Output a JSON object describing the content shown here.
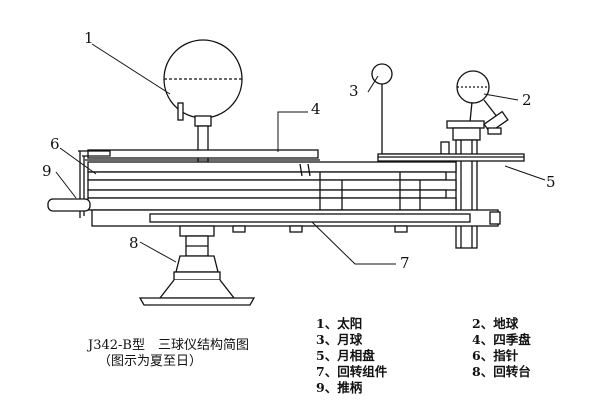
{
  "callouts": [
    "1",
    "2",
    "3",
    "4",
    "5",
    "6",
    "7",
    "8",
    "9"
  ],
  "caption": {
    "line1": "J342-B型　三球仪结构简图",
    "line2": "（图示为夏至日）"
  },
  "legend": [
    "1、太阳",
    "2、地球",
    "3、月球",
    "4、四季盘",
    "5、月相盘",
    "6、指针",
    "7、回转组件",
    "8、回转台",
    "9、推柄"
  ],
  "colors": {
    "ink": "#111111",
    "background": "#ffffff"
  }
}
